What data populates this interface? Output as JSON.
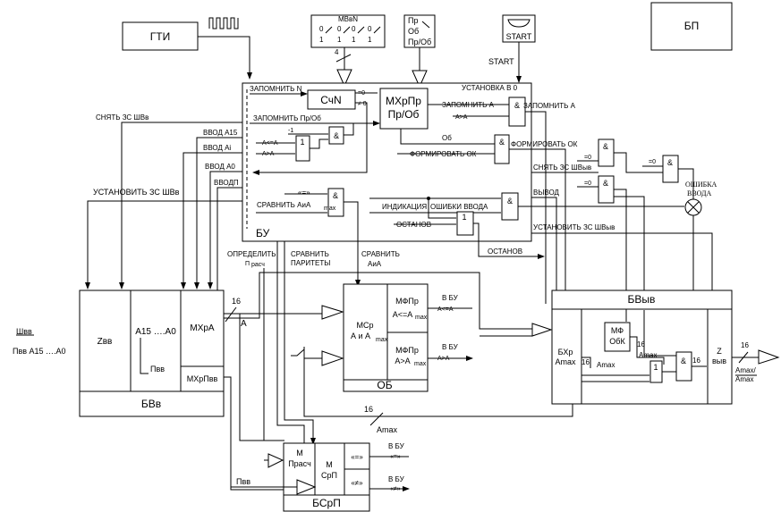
{
  "blocks": {
    "gti": "ГТИ",
    "bp": "БП",
    "start_button": "START",
    "mvbn": "МВвN",
    "mvbn_bits": [
      "0",
      "1",
      "0",
      "1",
      "0",
      "1",
      "0",
      "1"
    ],
    "mode_switch": [
      "Пр",
      "Об",
      "Пр/Об"
    ],
    "bu": "БУ",
    "counter": "СчN",
    "mux_pr_ob": [
      "МХрПр",
      "Пр/Об"
    ],
    "bvv": "БВв",
    "zvv": "Zвв",
    "a15_a0": "A15 ….A0",
    "mxra": "МХрА",
    "mxrpvv": "МХрПвв",
    "ob": "ОБ",
    "msr": [
      "МСр",
      "А и А"
    ],
    "mfpr_le": [
      "МФПр",
      "A<=A"
    ],
    "mfpr_gt": [
      "МФПр",
      "A>A"
    ],
    "bvyv": "БВыв",
    "bxr": [
      "БХр",
      "Amax"
    ],
    "mf": [
      "МФ",
      "ОбК"
    ],
    "zvyv": [
      "Z",
      "выв"
    ],
    "bsrp": "БСрП",
    "m_prasch": [
      "М",
      "Прасч"
    ],
    "m_srp": [
      "М",
      "СрП"
    ],
    "eq": "«=»",
    "neq": "«≠»",
    "max_sub": "max",
    "and_gate": "&",
    "or_gate": "1"
  },
  "signals": {
    "start": "START",
    "zapomnit_n": "ЗАПОМНИТЬ N",
    "zapomnit_prob": "ЗАПОМНИТЬ Пр/Об",
    "eq0": "=0",
    "ne0": "≠ 0",
    "minus1": "-1",
    "a_le": "A<=A",
    "a_gt": "A>A",
    "ustanovka": "УСТАНОВКА В 0",
    "zapomnit_amax": "ЗАПОМНИТЬ A",
    "ob_sig": "Об",
    "formirovat_ok": "ФОРМИРОВАТЬ ОК",
    "snyat_zs": "СНЯТЬ ЗС ШВв",
    "snyat_zs_vyv": "СНЯТЬ ЗС ШВыв",
    "vvod_a15": "ВВОД А15",
    "vvod_ai": "ВВОД Ai",
    "vvod_a0": "ВВОД А0",
    "vvodp": "ВВОДП",
    "ustanovit_zs": "УСТАНОВИТЬ ЗС ШВв",
    "ustanovit_zs_vyv": "УСТАНОВИТЬ ЗС ШВыв",
    "eq_in": "«=»",
    "sravnit": "СРАВНИТЬ АиА",
    "indikatsiya": "ИНДИКАЦИЯ",
    "oshibki_vvoda": "ОШИБКИ ВВОДА",
    "ostanov": "ОСТАНОВ",
    "vyvod": "ВЫВОД",
    "oshibka": "ОШИБКА",
    "vvoda": "ВВОДА",
    "opredelit": "ОПРЕДЕЛИТЬ",
    "p_rasch": "П",
    "p_rasch_sub": "расч",
    "sravnit_paritety": "СРАВНИТЬ",
    "paritety": "ПАРИТЕТЫ",
    "sravnit_a": "СРАВНИТЬ",
    "a_i_amax": "АиА",
    "v_bu": "В БУ",
    "a_le_short": "A<=A",
    "a_gt_short": "A>A",
    "bus16": "16",
    "bus_a": "A",
    "amax": "Amax",
    "amax_div": "Amax/",
    "amax_bar": "Amax",
    "pvv": "Пвв",
    "shvv": "Швв",
    "pvv_bus": "Пвв A15 ….A0",
    "four": "4"
  }
}
